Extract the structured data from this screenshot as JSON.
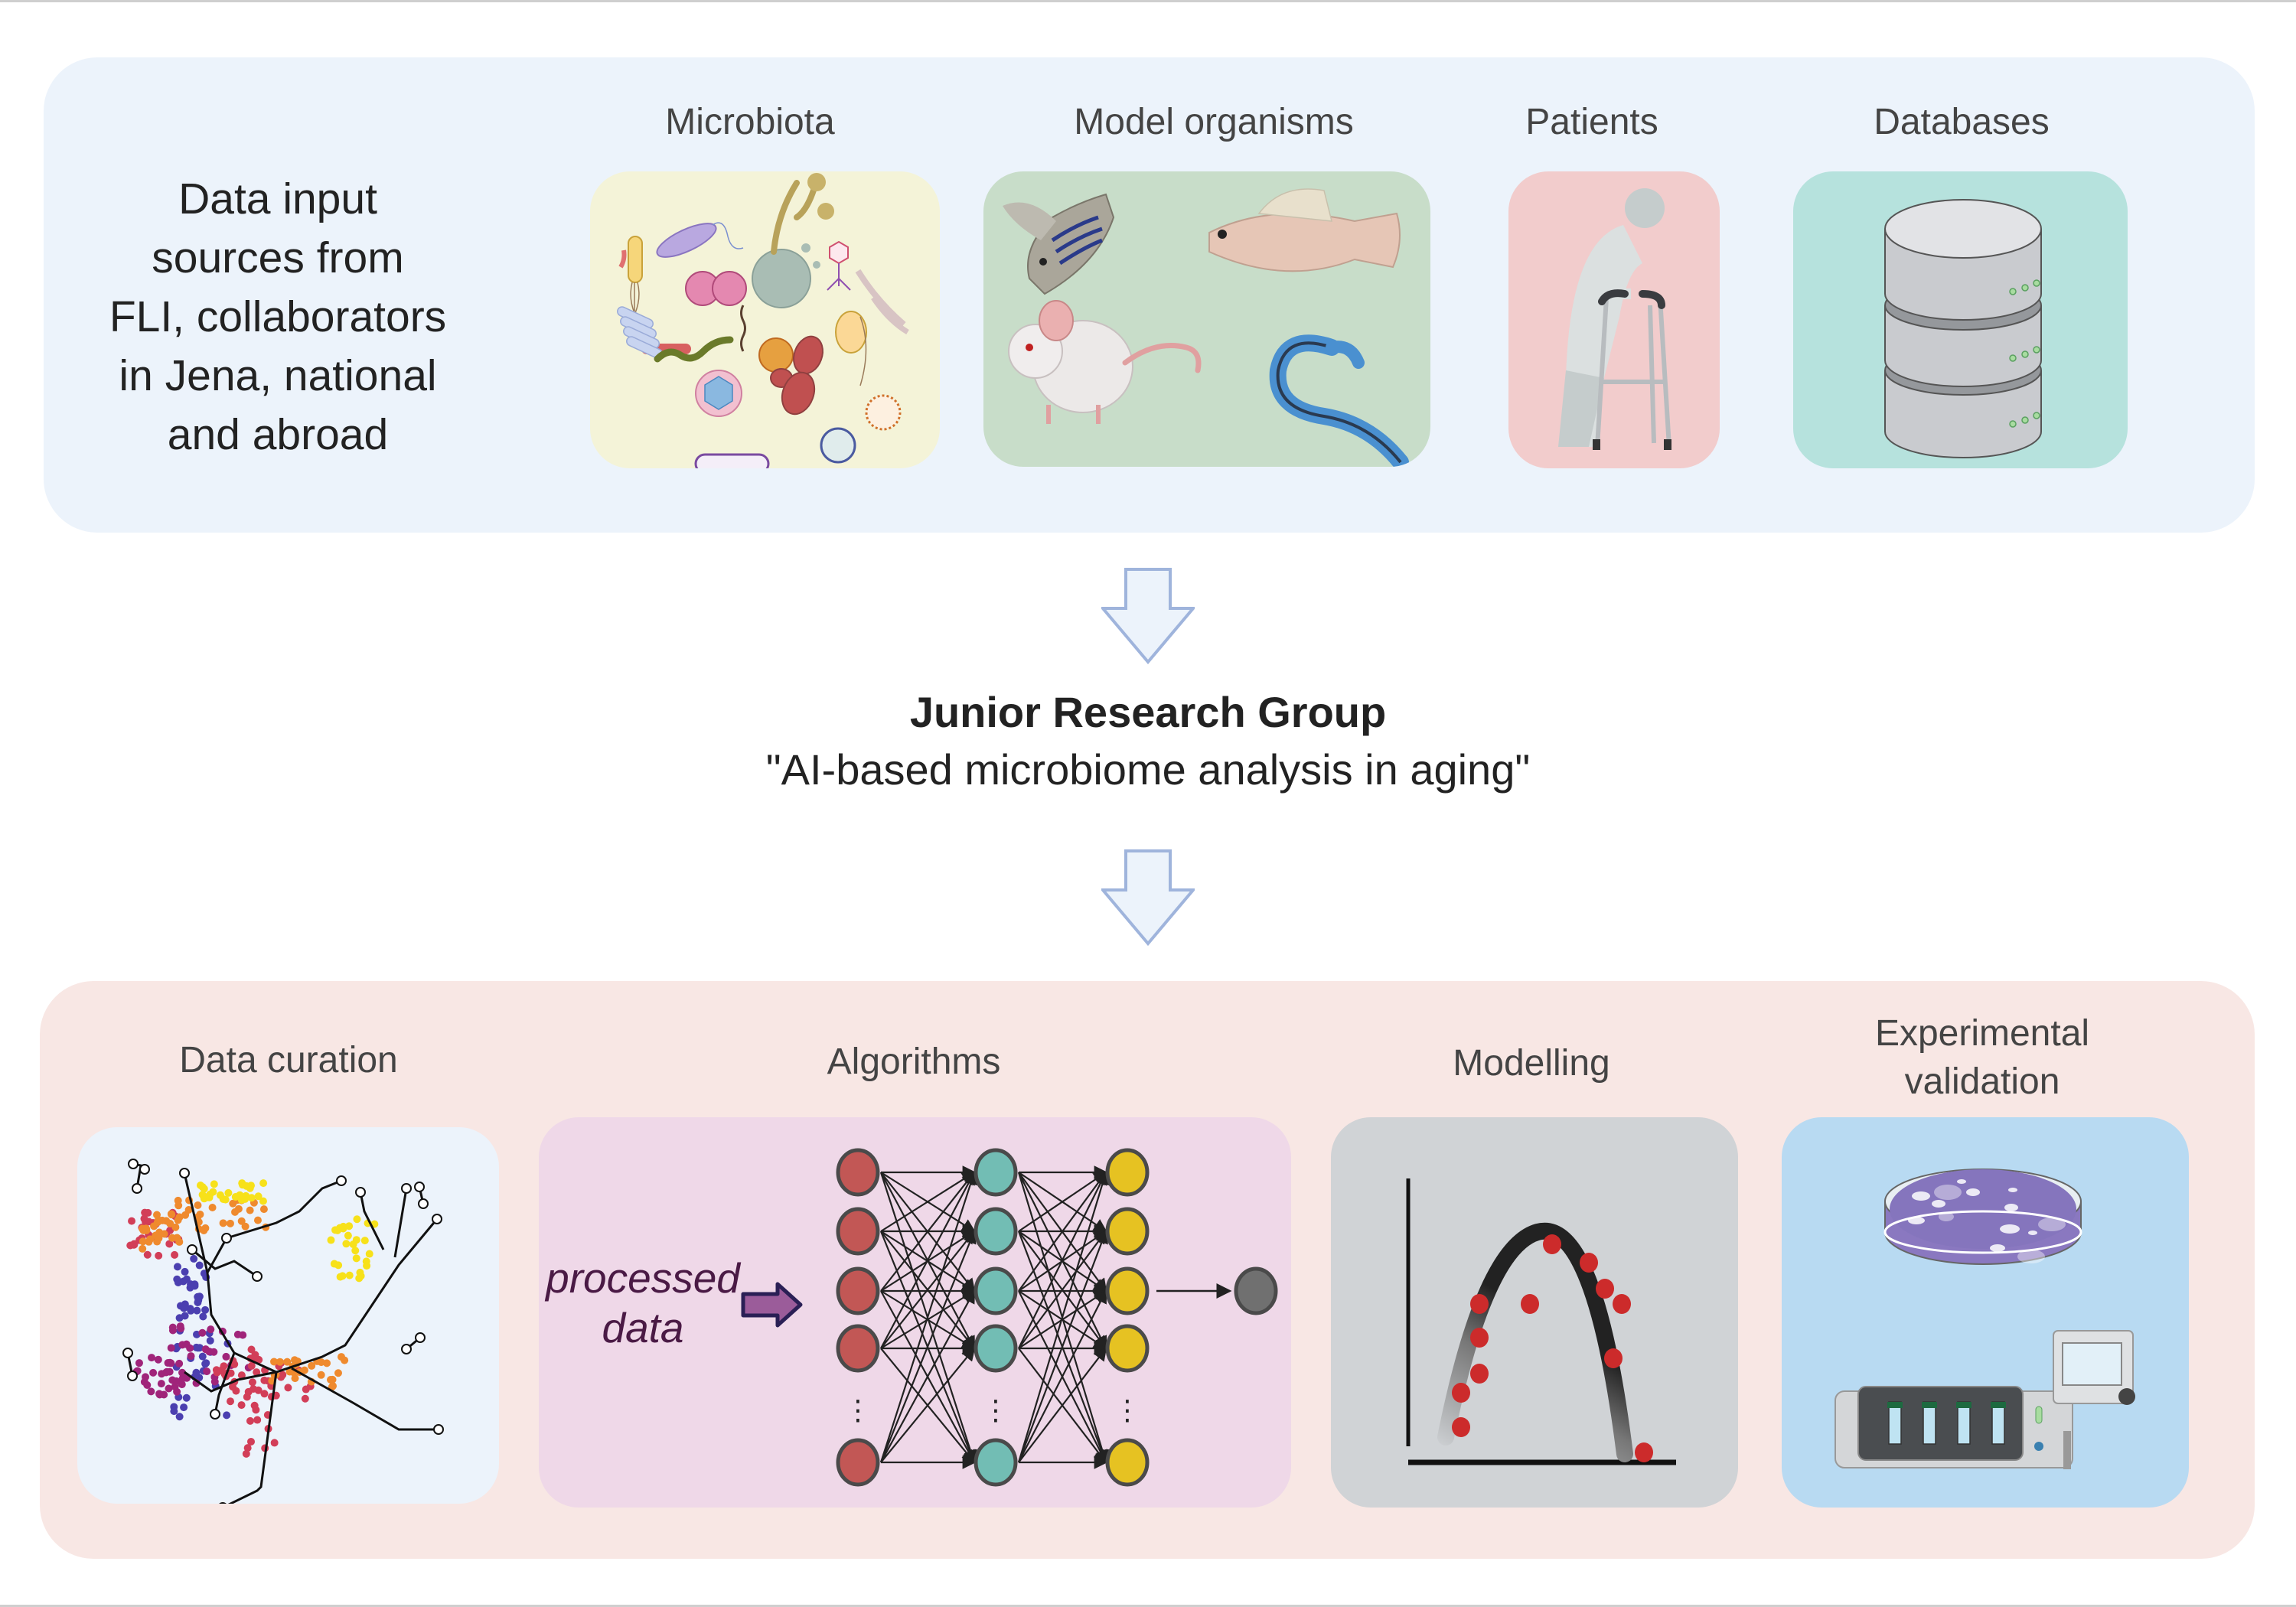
{
  "top_section": {
    "description_lines": [
      "Data input",
      "sources from",
      "FLI, collaborators",
      "in Jena, national",
      "and abroad"
    ],
    "sources": [
      {
        "label": "Microbiota",
        "icon": "microbes-illustration",
        "bg": "#f4f3d8"
      },
      {
        "label": "Model organisms",
        "icon": "model-organisms-illustration",
        "bg": "#c8ddc9"
      },
      {
        "label": "Patients",
        "icon": "elderly-patient-with-walker-illustration",
        "bg": "#f2cccc"
      },
      {
        "label": "Databases",
        "icon": "database-cylinder-illustration",
        "bg": "#b6e2dd"
      }
    ],
    "panel_bg": "#ecf3fb"
  },
  "center": {
    "title": "Junior Research Group",
    "subtitle": "\"AI-based microbiome analysis in aging\"",
    "arrow_icon": "down-arrow-icon",
    "arrow_fill": "#ecf3fb",
    "arrow_stroke": "#9fb4dc"
  },
  "bottom_section": {
    "panel_bg": "#f8e7e4",
    "steps": [
      {
        "label": "Data curation",
        "icon": "trajectory-scatter-illustration",
        "bg": "#ecf3fb"
      },
      {
        "label": "Algorithms",
        "icon": "neural-network-illustration",
        "bg": "#efd8e8"
      },
      {
        "label": "Modelling",
        "icon": "curve-fit-plot-illustration",
        "bg": "#d0d3d6"
      },
      {
        "label_lines": [
          "Experimental",
          "validation"
        ],
        "icon": "petri-dish-and-lab-device-illustration",
        "bg": "#b8daf2"
      }
    ],
    "algorithms": {
      "input_text_lines": [
        "processed",
        "data"
      ],
      "input_arrow_icon": "right-arrow-icon",
      "layers": [
        {
          "name": "input",
          "color": "#c25755",
          "nodes_shown": 5
        },
        {
          "name": "hidden",
          "color": "#72bdb4",
          "nodes_shown": 5
        },
        {
          "name": "hidden2",
          "color": "#e6c222",
          "nodes_shown": 5
        },
        {
          "name": "output",
          "color": "#707070",
          "nodes_shown": 1
        }
      ],
      "ellipsis": "⋮"
    },
    "modelling": {
      "point_color": "#cc2b2b",
      "curve_color": "#222222"
    }
  }
}
